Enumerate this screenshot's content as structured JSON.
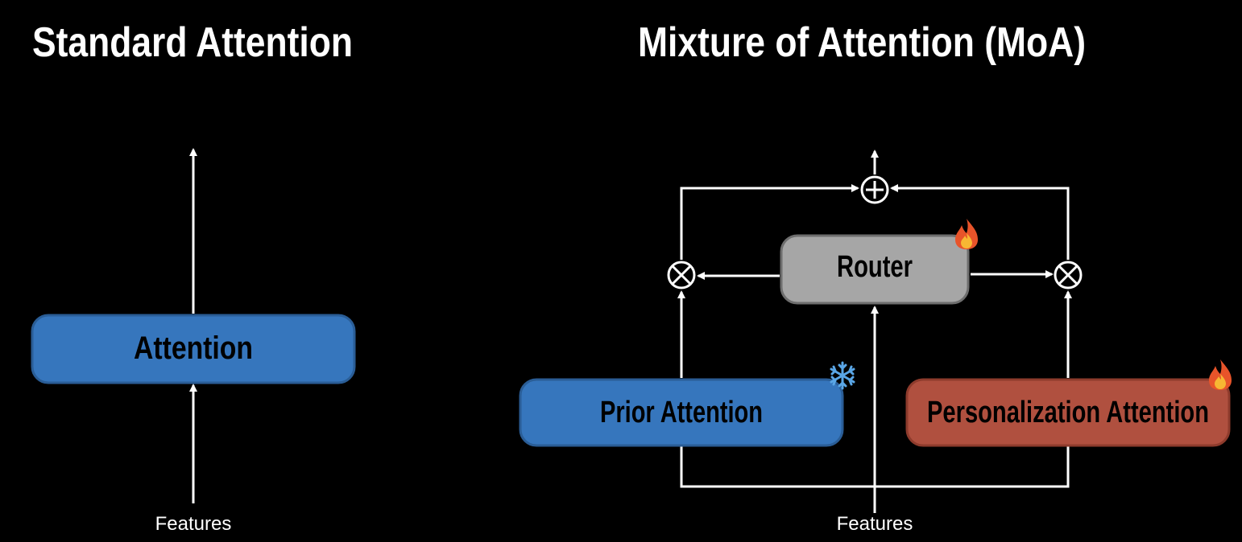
{
  "left": {
    "title": "Standard Attention",
    "attention_label": "Attention",
    "features_label": "Features"
  },
  "right": {
    "title": "Mixture of Attention (MoA)",
    "router_label": "Router",
    "prior_label": "Prior Attention",
    "personal_label": "Personalization Attention",
    "features_label": "Features",
    "sum_symbol": "⊕",
    "multiply_symbol": "⊗",
    "frozen_icon": "snowflake-icon",
    "trainable_icon": "fire-icon"
  },
  "colors": {
    "background": "#000000",
    "attention_blue": "#3676bd",
    "personalization_red": "#b0503f",
    "router_gray": "#a6a6a6",
    "line": "#ffffff"
  }
}
